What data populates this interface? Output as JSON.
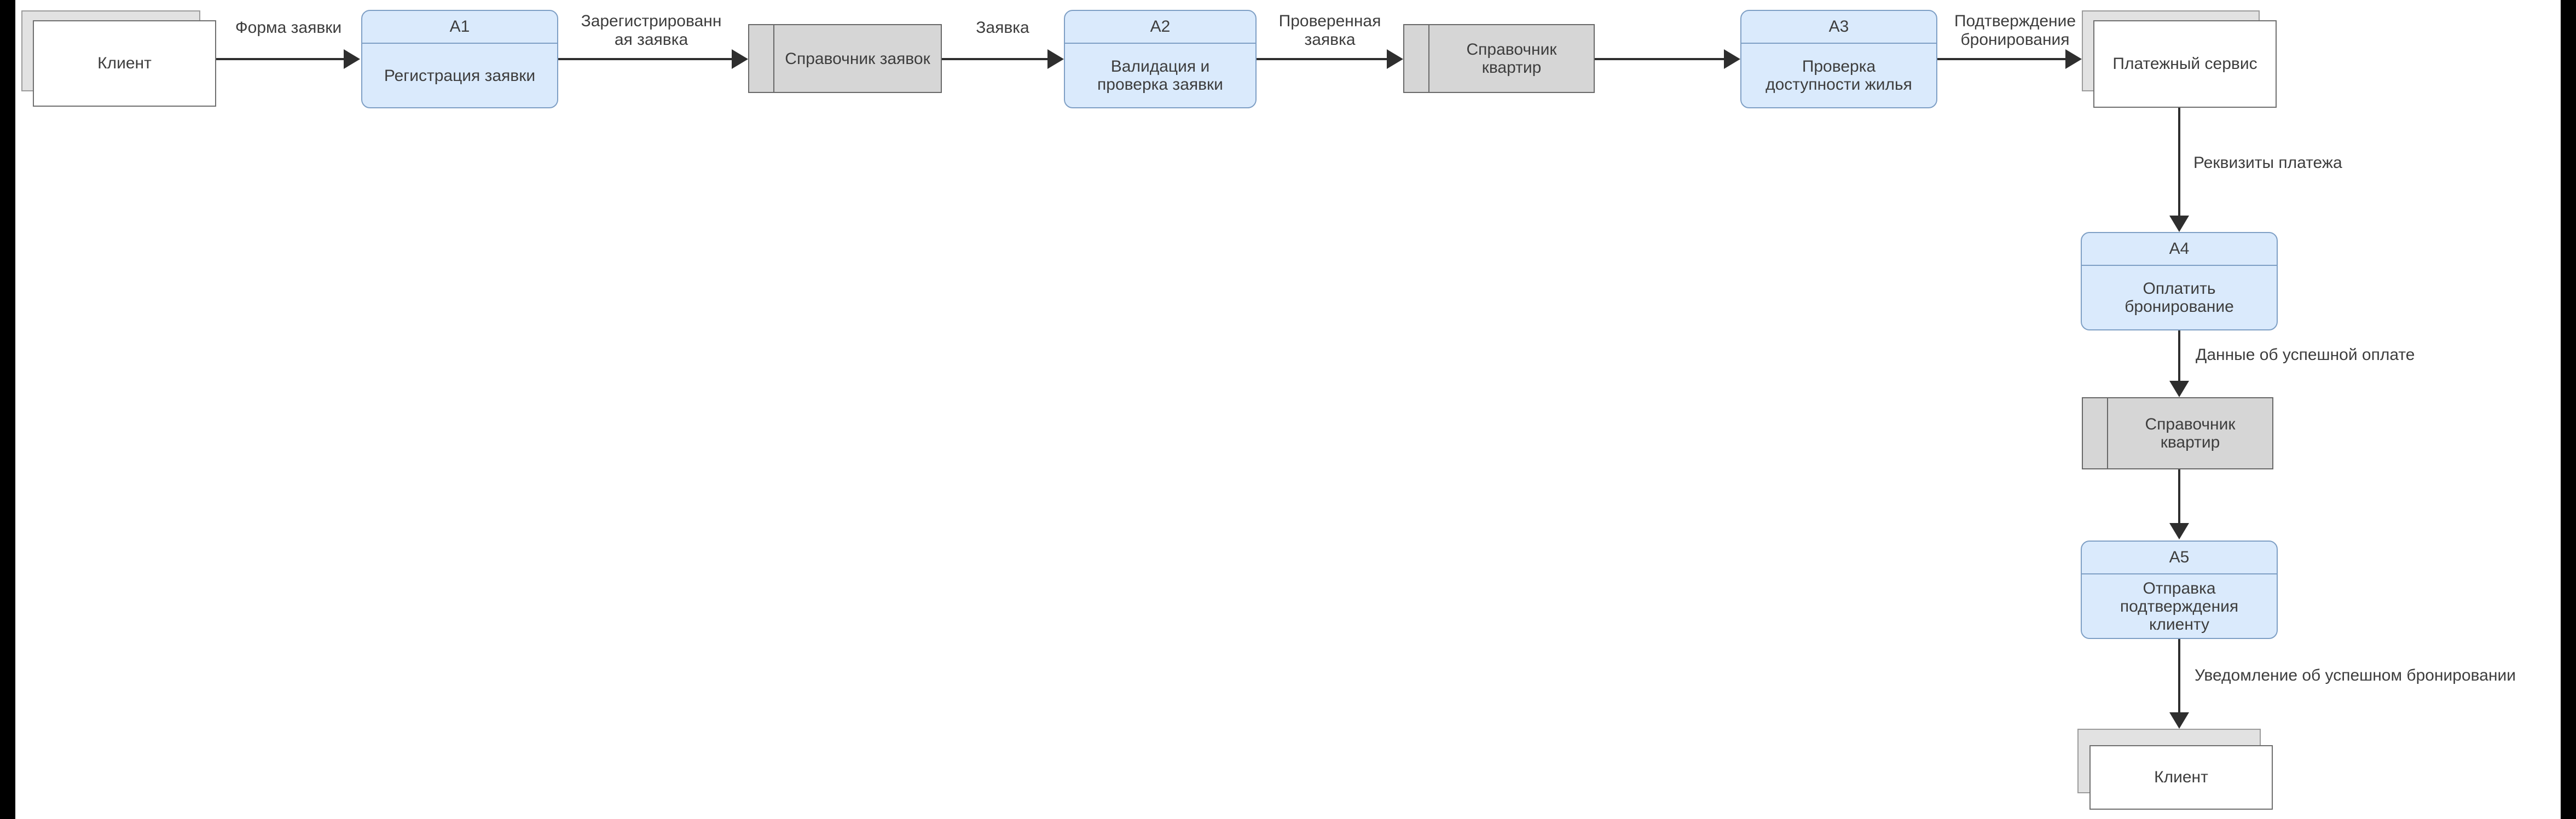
{
  "diagram_type": "data-flow-diagram",
  "colors": {
    "process_fill": "#daeafc",
    "process_border": "#7e9fc5",
    "store_fill": "#d6d6d6",
    "store_border": "#686868",
    "entity_fill": "#ffffff",
    "entity_shadow": "#e2e2e2",
    "arrow": "#2e2e2e",
    "text": "#3d3d3d",
    "edge_bars": "#000000"
  },
  "nodes": {
    "client_top": {
      "label": "Клиент"
    },
    "a1": {
      "code": "A1",
      "title": "Регистрация заявки"
    },
    "store_requests": {
      "label": "Справочник заявок"
    },
    "a2": {
      "code": "A2",
      "title": "Валидация и\nпроверка заявки"
    },
    "store_apartments_top": {
      "label": "Справочник\nквартир"
    },
    "a3": {
      "code": "A3",
      "title": "Проверка\nдоступности жилья"
    },
    "payment_service": {
      "label": "Платежный сервис"
    },
    "a4": {
      "code": "A4",
      "title": "Оплатить\nбронирование"
    },
    "store_apartments_mid": {
      "label": "Справочник\nквартир"
    },
    "a5": {
      "code": "A5",
      "title": "Отправка\nподтверждения\nклиенту"
    },
    "client_bottom": {
      "label": "Клиент"
    }
  },
  "flows": {
    "request_form": "Форма заявки",
    "registered_request": "Зарегистрированн\nая заявка",
    "request": "Заявка",
    "verified_request": "Проверенная\nзаявка",
    "booking_confirmation": "Подтверждение\nбронирования",
    "payment_details": "Реквизиты платежа",
    "payment_success": "Данные об успешной оплате",
    "booking_notification": "Уведомление об успешном бронировании"
  }
}
